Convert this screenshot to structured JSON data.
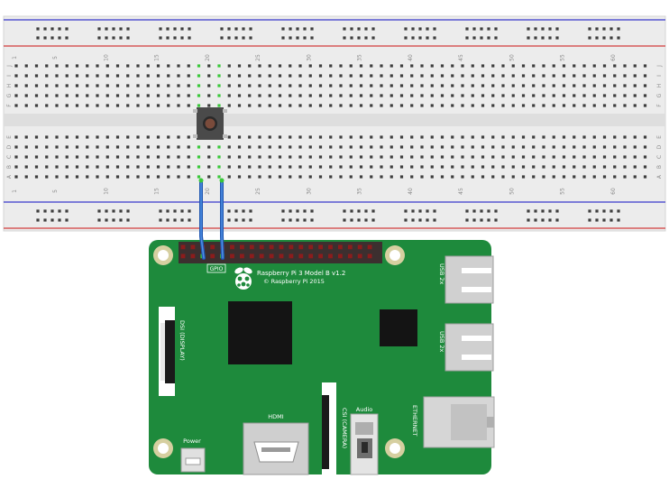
{
  "breadboard": {
    "column_numbers": [
      "1",
      "5",
      "10",
      "15",
      "20",
      "25",
      "30",
      "35",
      "40",
      "45",
      "50",
      "55",
      "60"
    ],
    "row_letters_top": [
      "J",
      "I",
      "H",
      "G",
      "F"
    ],
    "row_letters_bottom": [
      "E",
      "D",
      "C",
      "B",
      "A"
    ]
  },
  "pi": {
    "model_line": "Raspberry Pi 3 Model B v1.2",
    "copyright_line": "© Raspberry Pi 2015",
    "gpio_label": "GPIO",
    "dsi_label": "DSI (DISPLAY)",
    "csi_label": "CSI (CAMERA)",
    "hdmi_label": "HDMI",
    "audio_label": "Audio",
    "power_label": "Power",
    "usb_label_1": "USB 2x",
    "usb_label_2": "USB 2x",
    "ethernet_label": "ETHERNET"
  },
  "colors": {
    "board_green": "#1e8a3c",
    "breadboard": "#ececec",
    "rail_red": "#d33c3c",
    "rail_blue": "#3a3acb",
    "wire_blue": "#2563c9",
    "connected_hole": "#39c739",
    "header_pin_red": "#8c1c1c"
  }
}
